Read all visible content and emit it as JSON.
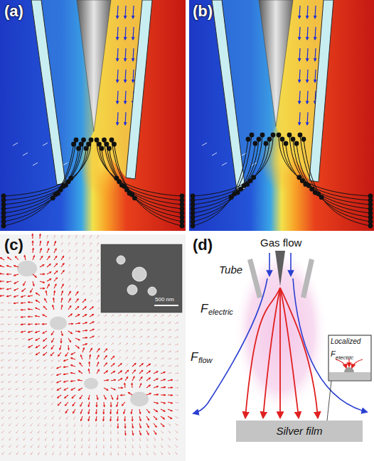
{
  "diagram": {
    "nodes": [
      {
        "text": [
          "Silver film"
        ]
      },
      {
        "text": [
          "Localized",
          "F",
          "electric"
        ]
      }
    ],
    "labels": [
      "(a)",
      "(b)",
      "(c)",
      "(d)",
      "500 nm",
      "Gas flow",
      "Tube",
      "F",
      "electric",
      "F",
      "flow"
    ]
  }
}
